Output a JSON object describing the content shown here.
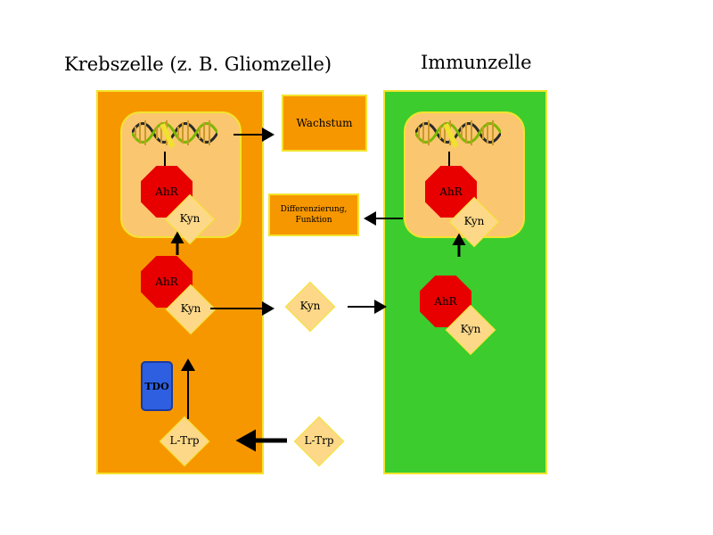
{
  "titles": {
    "cancer_cell": "Krebszelle (z. B. Gliomzelle)",
    "immune_cell": "Immunzelle"
  },
  "boxes": {
    "growth": "Wachstum",
    "differentiation_line1": "Differenzierung,",
    "differentiation_line2": "Funktion"
  },
  "labels": {
    "ahr": "AhR",
    "kyn": "Kyn",
    "trp": "L-Trp",
    "tdo": "TDO"
  },
  "colors": {
    "cancer_cell": "#f79700",
    "immune_cell": "#3ccc2e",
    "nucleus": "#fbc670",
    "border": "#f2e42e",
    "ahr": "#e80000",
    "metabolite": "#fdd888",
    "tdo": "#2d5fe0"
  },
  "icons": {
    "dna": "dna-helix-icon"
  }
}
